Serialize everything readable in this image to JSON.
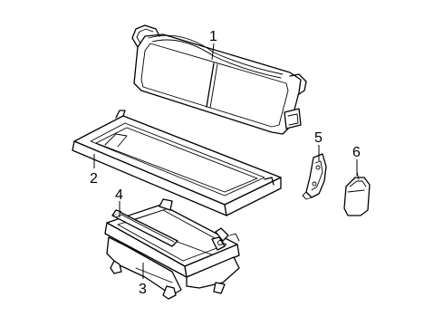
{
  "diagram": {
    "callouts": [
      {
        "id": "1",
        "label": "1"
      },
      {
        "id": "2",
        "label": "2"
      },
      {
        "id": "3",
        "label": "3"
      },
      {
        "id": "4",
        "label": "4"
      },
      {
        "id": "5",
        "label": "5"
      },
      {
        "id": "6",
        "label": "6"
      }
    ],
    "parts": [
      {
        "callout": "1",
        "icon": "seat-back-frame"
      },
      {
        "callout": "2",
        "icon": "seat-cushion-frame"
      },
      {
        "callout": "3",
        "icon": "seat-riser-base"
      },
      {
        "callout": "4",
        "icon": "riser-bracket"
      },
      {
        "callout": "5",
        "icon": "hinge-bracket"
      },
      {
        "callout": "6",
        "icon": "trim-cover"
      }
    ]
  }
}
